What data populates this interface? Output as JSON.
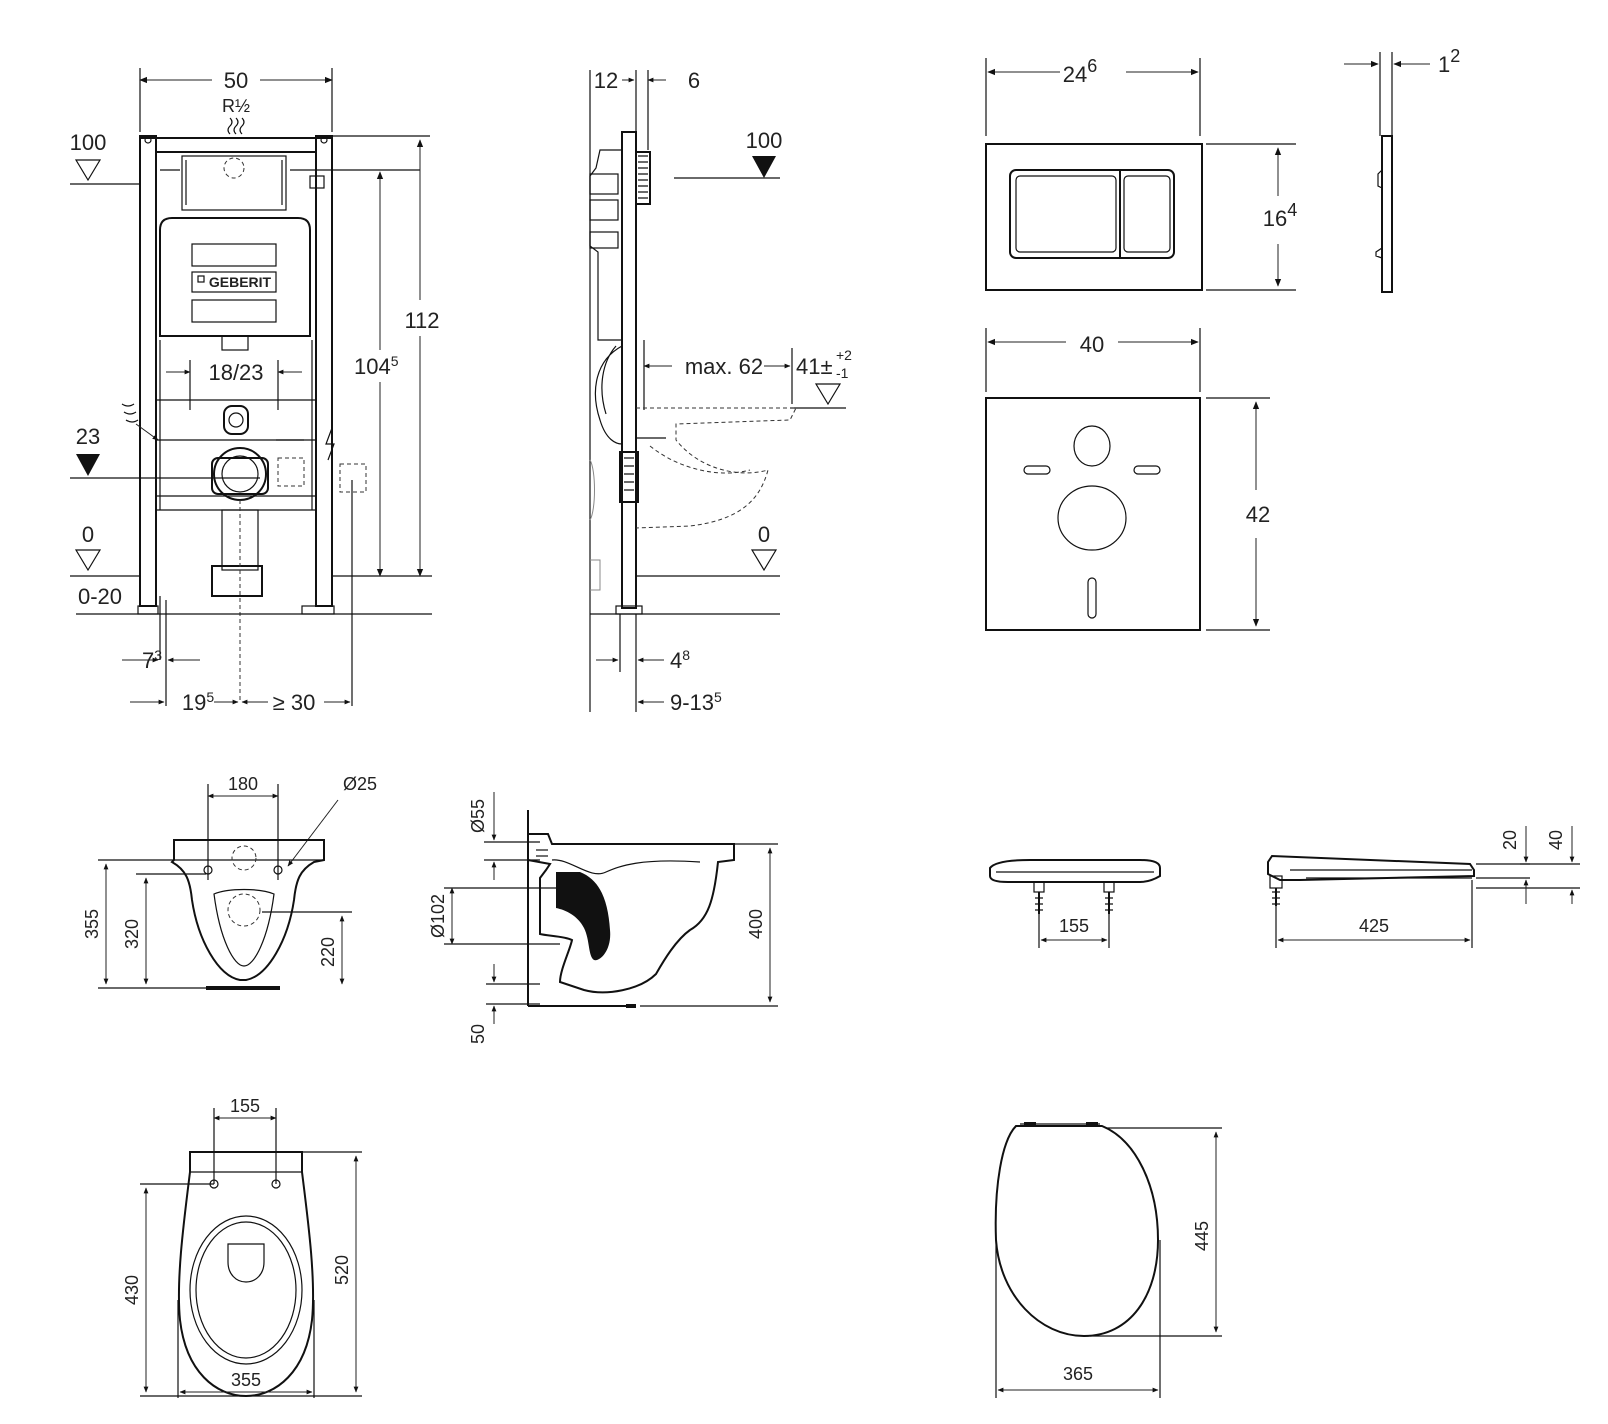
{
  "frame_front": {
    "width": "50",
    "r_half": "R½",
    "lvl_100": "100",
    "lvl_23": "23",
    "lvl_0": "0",
    "adj": "0-20",
    "h_112": "112",
    "h_1045_main": "104",
    "h_1045_sup": "5",
    "span_1823": "18/23",
    "off_73_main": "7",
    "off_73_sup": "3",
    "off_195_main": "19",
    "off_195_sup": "5",
    "min_30": "≥ 30",
    "brand": "GEBERIT"
  },
  "frame_side": {
    "d12": "12",
    "d6": "6",
    "lvl_100": "100",
    "max62": "max. 62",
    "d41": "41",
    "d41_plus": "+2",
    "d41_minus": "-1",
    "pm": "±",
    "lvl_0": "0",
    "d48_main": "4",
    "d48_sup": "8",
    "d9135_main": "9-13",
    "d9135_sup": "5"
  },
  "flush_plate": {
    "width_main": "24",
    "width_sup": "6",
    "height_main": "16",
    "height_sup": "4",
    "depth_main": "1",
    "depth_sup": "2"
  },
  "sound_pad": {
    "width": "40",
    "height": "42"
  },
  "bowl_front": {
    "d180": "180",
    "d25": "Ø25",
    "d355": "355",
    "d320": "320",
    "d220": "220"
  },
  "bowl_side": {
    "d55": "Ø55",
    "d102": "Ø102",
    "d50": "50",
    "d400": "400"
  },
  "seat_front": {
    "d155": "155"
  },
  "seat_side": {
    "d20": "20",
    "d40": "40",
    "d425": "425"
  },
  "bowl_top": {
    "d155": "155",
    "d430": "430",
    "d520": "520",
    "d355": "355"
  },
  "seat_top": {
    "d445": "445",
    "d365": "365"
  }
}
